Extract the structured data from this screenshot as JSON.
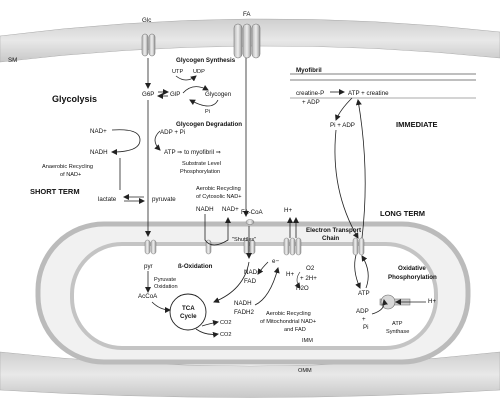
{
  "membranes": {
    "sarcolemma": "SM",
    "inner_mitochondrial_membrane": "IMM",
    "outer_mitochondrial_membrane": "OMM"
  },
  "transporters": {
    "glucose": "Glc",
    "fatty_acid": "FA"
  },
  "sections": {
    "glycolysis": "Glycolysis",
    "short_term": "SHORT TERM",
    "long_term": "LONG TERM",
    "immediate": "IMMEDIATE"
  },
  "glycogen_synthesis": {
    "title": "Glycogen Synthesis",
    "utp": "UTP",
    "udp": "UDP",
    "glp": "GlP",
    "glycogen": "Glycogen",
    "pi": "Pi"
  },
  "glycogen_degradation": {
    "title": "Glycogen Degradation"
  },
  "glycolysis_path": {
    "g6p": "G6P",
    "nad": "NAD+",
    "nadh": "NADH",
    "adp_pi": "ADP + Pi",
    "atp_myofibril": "ATP ⇒ to myofibril ⇒",
    "substrate_level_1": "Substrate Level",
    "substrate_level_2": "Phosphorylation",
    "pyruvate": "pyruvate",
    "lactate": "lactate",
    "anaerobic_1": "Anaerobic Recycling",
    "anaerobic_2": "of NAD+"
  },
  "cytosolic_recycling": {
    "line1": "Aerobic Recycling",
    "line2": "of Cytosolic NAD+",
    "nadh": "NADH",
    "nad": "NAD+",
    "shuttles": "\"Shuttles\""
  },
  "mito": {
    "fa_coa": "FA-CoA",
    "pyr": "pyr",
    "pyruvate_ox_1": "Pyruvate",
    "pyruvate_ox_2": "Oxidation",
    "acoa": "AcCoA",
    "beta_ox": "ß-Oxidation",
    "nad": "NAD+",
    "fad": "FAD",
    "tca_1": "TCA",
    "tca_2": "Cycle",
    "nadh": "NADH",
    "fadh2": "FADH2",
    "co2_a": "CO2",
    "co2_b": "CO2",
    "hplus_top": "H+",
    "etc_1": "Electron Transport",
    "etc_2": "Chain",
    "e_minus": "e−",
    "hplus_mid": "H+",
    "h2o": "H2O",
    "o2_a": "O2",
    "o2_b": "+ 2H+",
    "mito_recycling_1": "Aerobic Recycling",
    "mito_recycling_2": "of Mitochondrial NAD+",
    "mito_recycling_3": "and FAD"
  },
  "oxphos": {
    "title_1": "Oxidative",
    "title_2": "Phosphorylation",
    "atp": "ATP",
    "adp": "ADP",
    "plus": "+",
    "pi": "Pi",
    "hplus": "H+",
    "synthase_1": "ATP",
    "synthase_2": "Synthase"
  },
  "myofibril": {
    "title": "Myofibril",
    "creatine_p": "creatine-P",
    "adp": "+ ADP",
    "atp_creatine": "ATP  + creatine",
    "pi_adp": "Pi + ADP"
  }
}
